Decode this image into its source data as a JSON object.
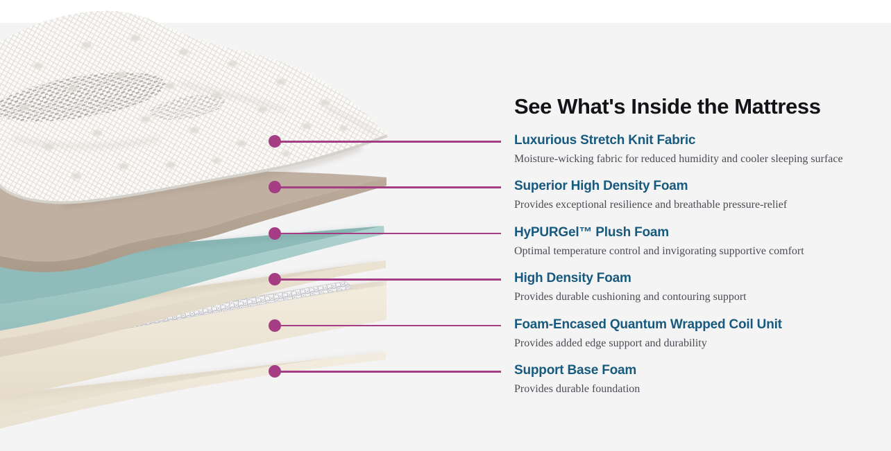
{
  "section": {
    "title": "See What's Inside the Mattress"
  },
  "colors": {
    "accent_magenta": "#a53d85",
    "layer_name_blue": "#175a7d",
    "description_gray": "#4b4b54",
    "section_background": "#f4f4f5"
  },
  "layers": [
    {
      "name": "Luxurious Stretch Knit Fabric",
      "description": "Moisture-wicking fabric for reduced humidity and cooler sleeping surface",
      "color": "#fbfaf8"
    },
    {
      "name": "Superior High Density Foam",
      "description": "Provides exceptional resilience and breathable pressure-relief",
      "color": "#c0b0a1"
    },
    {
      "name": "HyPURGel™ Plush Foam",
      "description": "Optimal temperature control and invigorating supportive comfort",
      "color": "#8fbcba"
    },
    {
      "name": "High Density Foam",
      "description": "Provides durable cushioning and contouring support",
      "color": "#e8dfcf"
    },
    {
      "name": "Foam-Encased Quantum Wrapped Coil Unit",
      "description": "Provides added edge support and durability",
      "color": "#ece4d6"
    },
    {
      "name": "Support Base Foam",
      "description": "Provides durable foundation",
      "color": "#e9e0d0"
    }
  ]
}
